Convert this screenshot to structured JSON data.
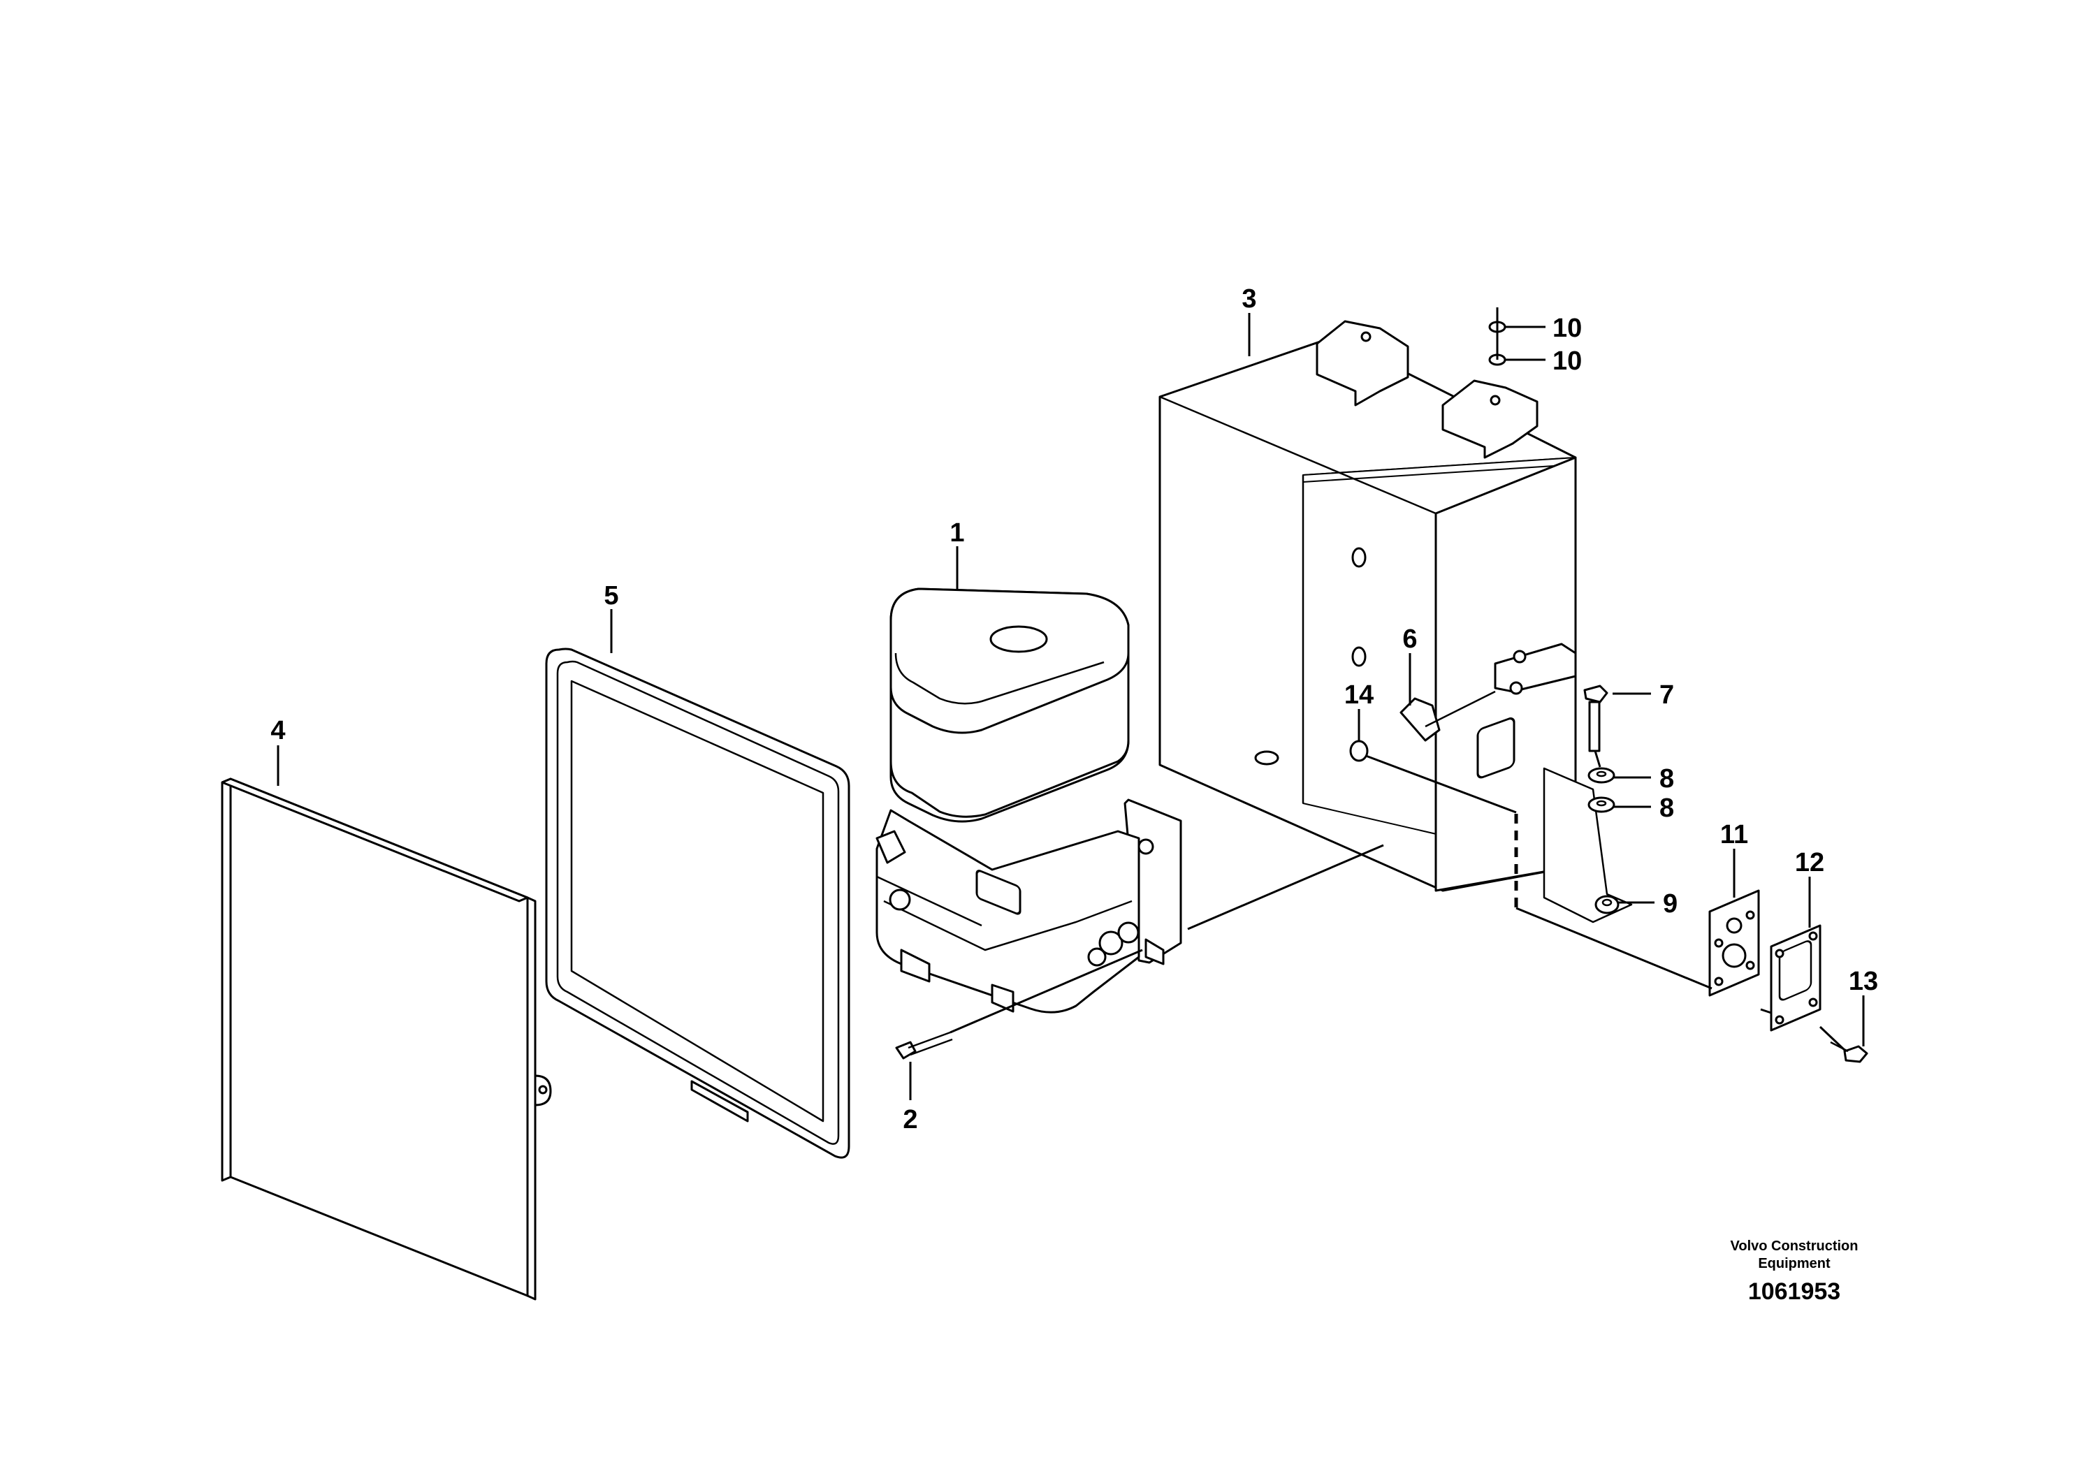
{
  "callouts": {
    "c1": "1",
    "c2": "2",
    "c3": "3",
    "c4": "4",
    "c5": "5",
    "c6": "6",
    "c7": "7",
    "c8a": "8",
    "c8b": "8",
    "c9": "9",
    "c10a": "10",
    "c10b": "10",
    "c11": "11",
    "c12": "12",
    "c13": "13",
    "c14": "14"
  },
  "footer": {
    "brand_line1": "Volvo Construction",
    "brand_line2": "Equipment",
    "document_number": "1061953"
  },
  "colors": {
    "line": "#000000",
    "background": "#ffffff"
  }
}
